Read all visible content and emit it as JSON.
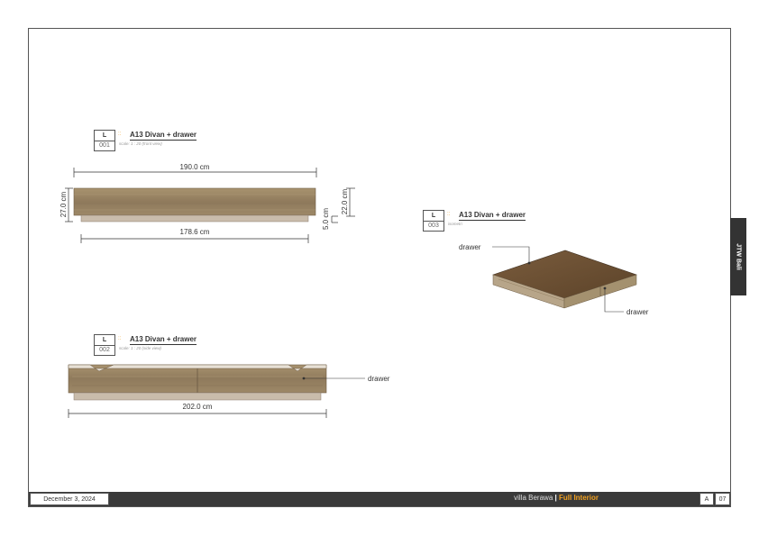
{
  "sheet_tab": "JTW Bali",
  "footer": {
    "date": "December 3, 2024",
    "project": "villa Berawa",
    "separator": "|",
    "section": "Full Interior",
    "series": "A",
    "page": "07"
  },
  "views": [
    {
      "code": "L",
      "number": "001",
      "separator": "::",
      "name": "A13 Divan + drawer",
      "scale": "scale: 1 : 20 (front view)"
    },
    {
      "code": "L",
      "number": "002",
      "separator": "::",
      "name": "A13 Divan + drawer",
      "scale": "scale: 1 : 20 (side view)"
    },
    {
      "code": "L",
      "number": "003",
      "separator": "::",
      "name": "A13 Divan + drawer",
      "scale": "isometri"
    }
  ],
  "dimensions": {
    "front_width": "190.0 cm",
    "front_height": "27.0 cm",
    "front_base_width": "178.6 cm",
    "front_body_height": "22.0 cm",
    "front_base_height": "5.0 cm",
    "side_width": "202.0 cm"
  },
  "callouts": {
    "side_drawer": "drawer",
    "iso_drawer_top": "drawer",
    "iso_drawer_bottom": "drawer"
  },
  "colors": {
    "wood_light": "#9c8768",
    "wood_dark": "#6b5238",
    "base": "#c9bcab",
    "footer_bg": "#3a3a3a",
    "accent": "#f0a020"
  }
}
